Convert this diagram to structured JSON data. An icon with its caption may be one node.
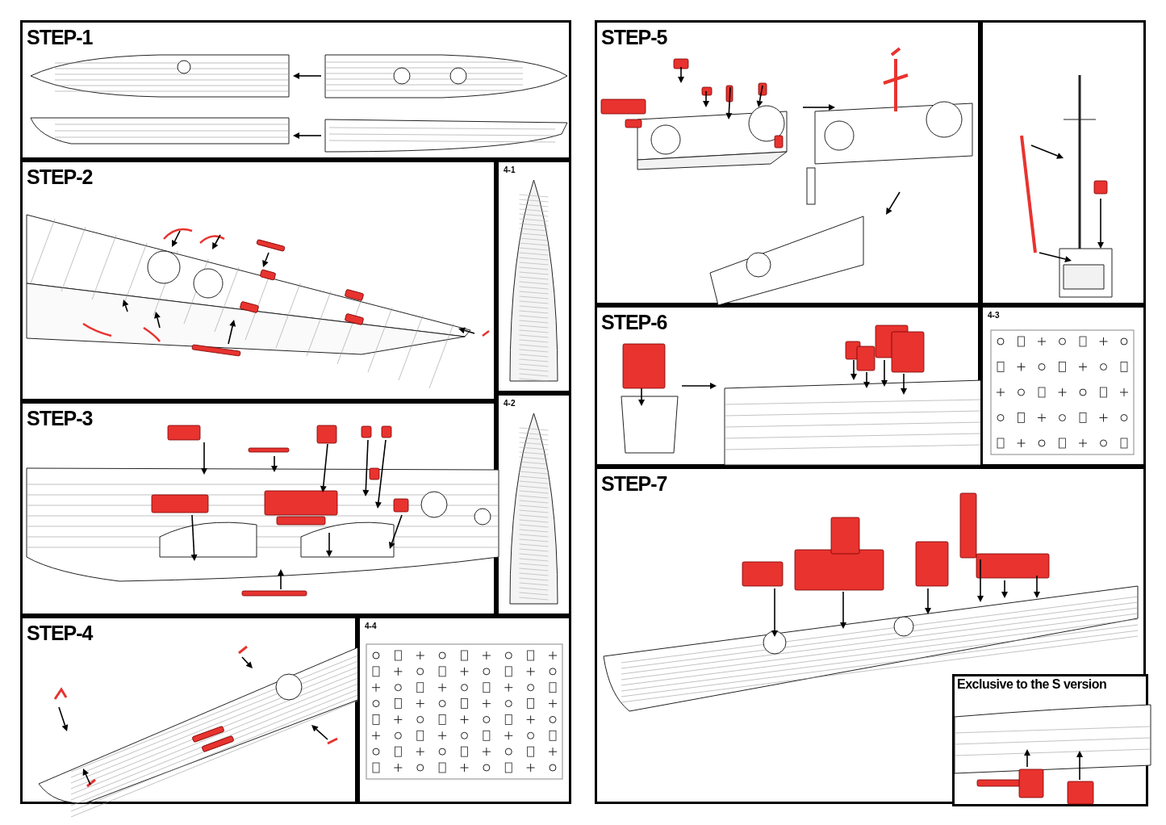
{
  "diagram": {
    "nodes": [
      {
        "text": [
          "STEP-1"
        ]
      },
      {
        "text": [
          "STEP-2"
        ]
      },
      {
        "text": [
          "4-1"
        ]
      },
      {
        "text": [
          "4-2"
        ]
      },
      {
        "text": [
          "STEP-3"
        ]
      },
      {
        "text": [
          "STEP-4"
        ]
      },
      {
        "text": [
          "4-4"
        ]
      },
      {
        "text": [
          "STEP-5"
        ]
      },
      {
        "text": [],
        "shape": "box"
      },
      {
        "text": [
          "STEP-6"
        ]
      },
      {
        "text": [
          "4-3"
        ]
      },
      {
        "text": [
          "STEP-7"
        ]
      },
      {
        "text": [
          "Exclusive to the S version"
        ],
        "in": 11
      }
    ]
  }
}
